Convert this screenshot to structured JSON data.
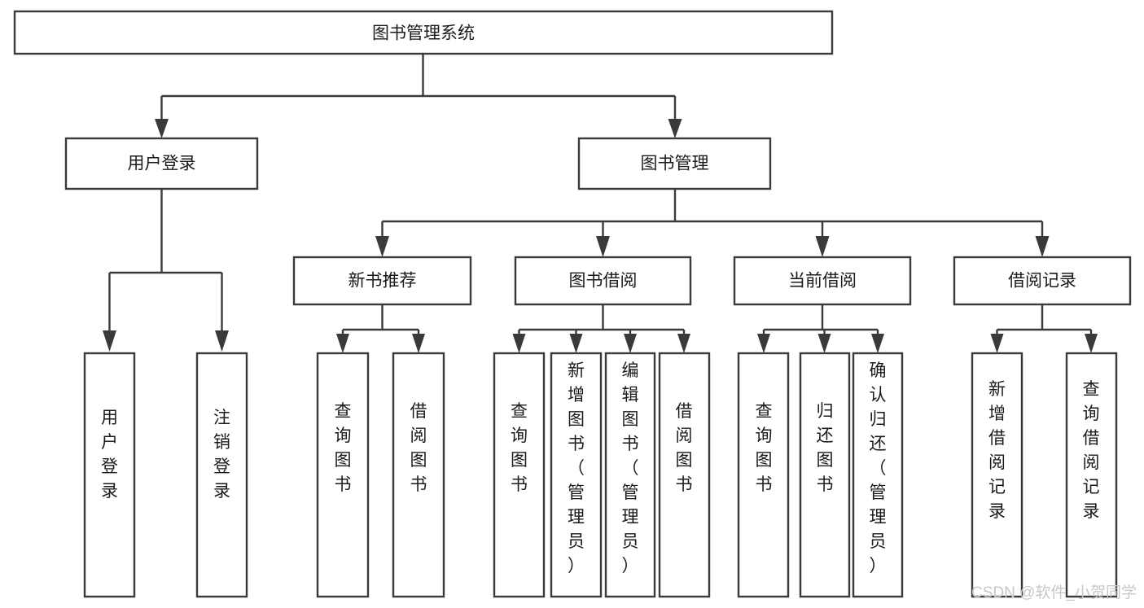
{
  "diagram": {
    "title": "图书管理系统",
    "type": "tree",
    "colors": {
      "box_stroke": "#3a3a3a",
      "box_fill": "#ffffff",
      "text": "#1a1a1a",
      "connector": "#3a3a3a",
      "background": "#ffffff",
      "watermark": "#c8c8c8"
    },
    "root": {
      "id": "root",
      "label": "图书管理系统"
    },
    "level2": [
      {
        "id": "user-login",
        "label": "用户登录"
      },
      {
        "id": "book-management",
        "label": "图书管理"
      }
    ],
    "level3": [
      {
        "id": "new-book-recommend",
        "label": "新书推荐",
        "parent": "book-management"
      },
      {
        "id": "book-borrow",
        "label": "图书借阅",
        "parent": "book-management"
      },
      {
        "id": "current-borrow",
        "label": "当前借阅",
        "parent": "book-management"
      },
      {
        "id": "borrow-record",
        "label": "借阅记录",
        "parent": "book-management"
      }
    ],
    "leaves": [
      {
        "id": "leaf-user-login",
        "label": "用户登录",
        "parent": "user-login"
      },
      {
        "id": "leaf-user-logout",
        "label": "注销登录",
        "parent": "user-login"
      },
      {
        "id": "leaf-query-book-1",
        "label": "查询图书",
        "parent": "new-book-recommend"
      },
      {
        "id": "leaf-borrow-book-1",
        "label": "借阅图书",
        "parent": "new-book-recommend"
      },
      {
        "id": "leaf-query-book-2",
        "label": "查询图书",
        "parent": "book-borrow"
      },
      {
        "id": "leaf-add-book",
        "label": "新增图书（管理员）",
        "parent": "book-borrow"
      },
      {
        "id": "leaf-edit-book",
        "label": "编辑图书（管理员）",
        "parent": "book-borrow"
      },
      {
        "id": "leaf-borrow-book-2",
        "label": "借阅图书",
        "parent": "book-borrow"
      },
      {
        "id": "leaf-query-book-3",
        "label": "查询图书",
        "parent": "current-borrow"
      },
      {
        "id": "leaf-return-book",
        "label": "归还图书",
        "parent": "current-borrow"
      },
      {
        "id": "leaf-confirm-return",
        "label": "确认归还（管理员）",
        "parent": "current-borrow"
      },
      {
        "id": "leaf-add-record",
        "label": "新增借阅记录",
        "parent": "borrow-record"
      },
      {
        "id": "leaf-query-record",
        "label": "查询借阅记录",
        "parent": "borrow-record"
      }
    ]
  },
  "watermark": {
    "text": "CSDN @软件_小贺同学"
  }
}
